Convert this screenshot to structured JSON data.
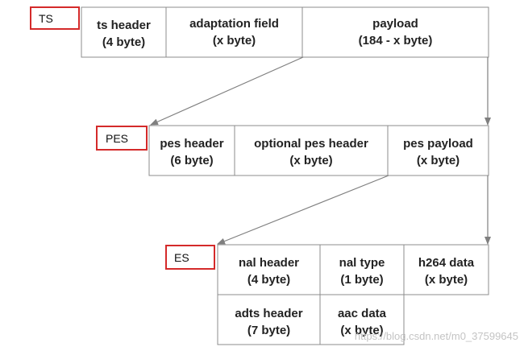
{
  "levels": {
    "ts": {
      "tag": "TS",
      "cells": [
        {
          "line1": "ts  header",
          "line2": "(4 byte)"
        },
        {
          "line1": "adaptation field",
          "line2": "(x byte)"
        },
        {
          "line1": "payload",
          "line2": "(184 - x byte)"
        }
      ]
    },
    "pes": {
      "tag": "PES",
      "cells": [
        {
          "line1": "pes  header",
          "line2": "(6 byte)"
        },
        {
          "line1": "optional pes  header",
          "line2": "(x byte)"
        },
        {
          "line1": "pes  payload",
          "line2": "(x byte)"
        }
      ]
    },
    "es": {
      "tag": "ES",
      "cells": [
        {
          "line1": "nal  header",
          "line2": "(4 byte)"
        },
        {
          "line1": "nal  type",
          "line2": "(1 byte)"
        },
        {
          "line1": "h264  data",
          "line2": "(x byte)"
        },
        {
          "line1": "adts  header",
          "line2": "(7 byte)"
        },
        {
          "line1": "aac  data",
          "line2": "(x byte)"
        }
      ]
    }
  },
  "watermark": "https://blog.csdn.net/m0_37599645",
  "colors": {
    "tag_border": "#d42a2a",
    "cell_border": "#8c8c8c",
    "arrow": "#7f7f7f"
  }
}
